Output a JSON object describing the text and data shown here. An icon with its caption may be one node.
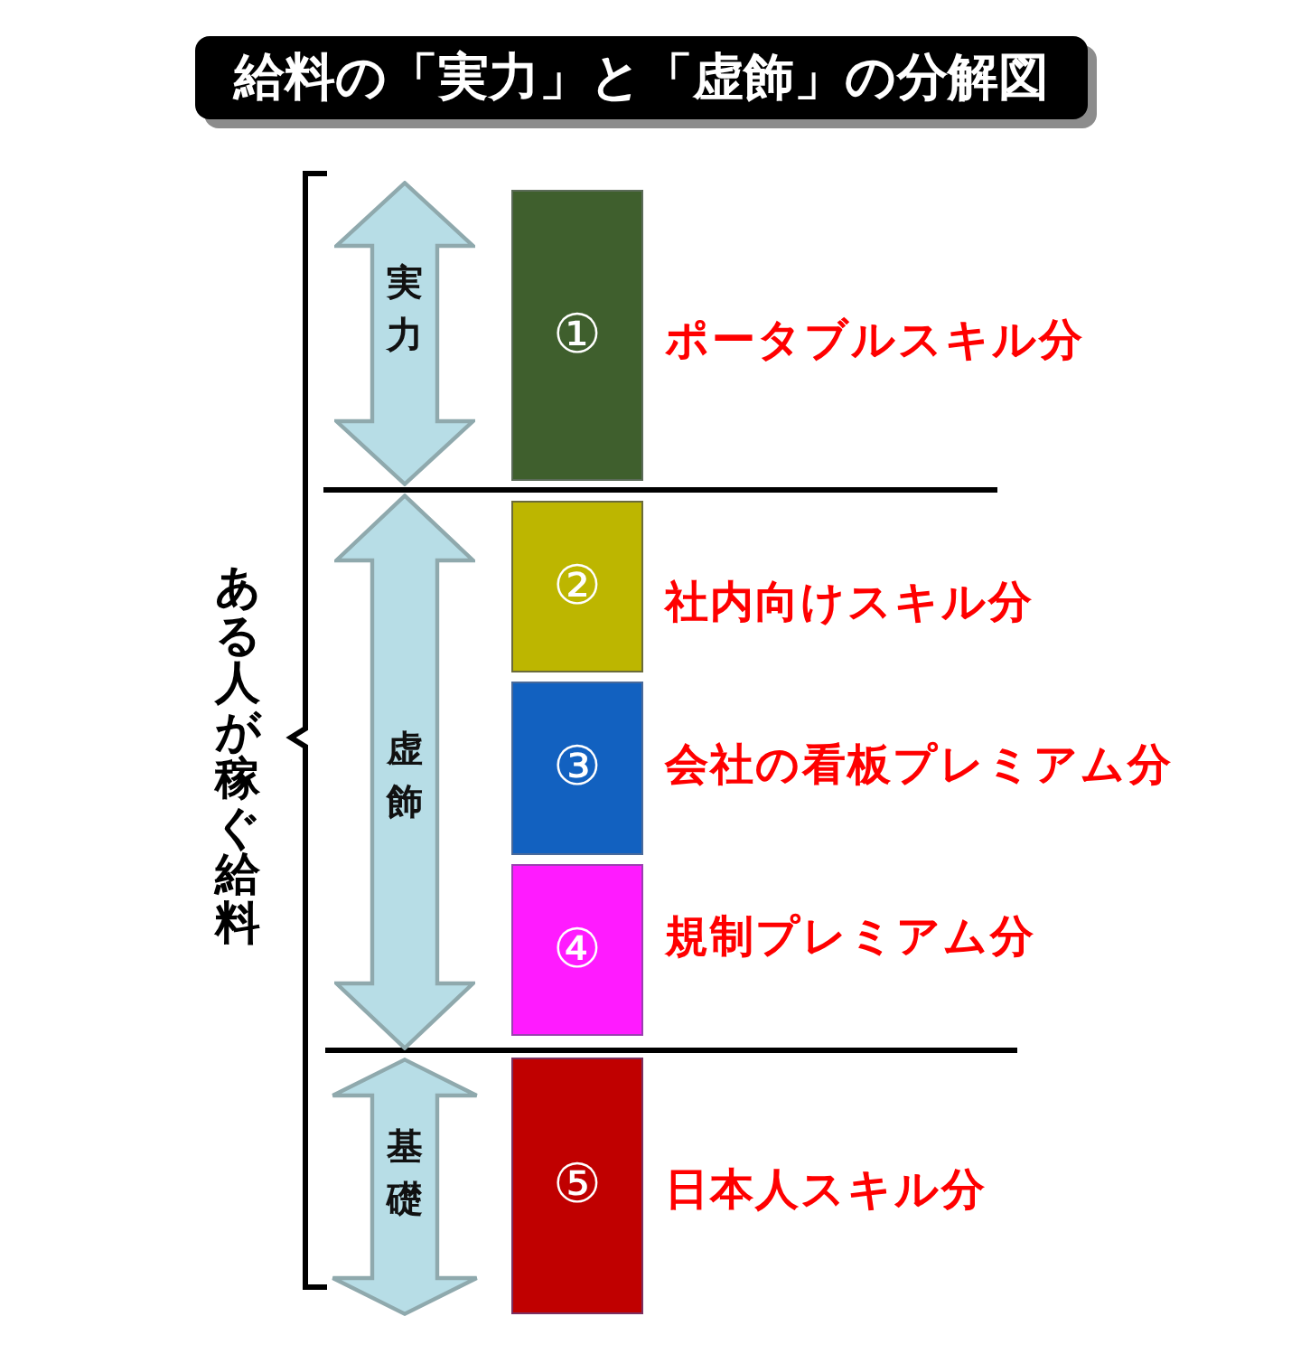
{
  "diagram": {
    "title": "給料の「実力」と「虚飾」の分解図",
    "nodes": [
      {
        "text": [
          "実力"
        ]
      },
      {
        "text": [
          "①"
        ],
        "beside": [
          "ポータブルスキル分"
        ]
      },
      {
        "text": [
          "虚飾"
        ]
      },
      {
        "text": [
          "②"
        ],
        "beside": [
          "社内向けスキル分"
        ]
      },
      {
        "text": [
          "③"
        ],
        "beside": [
          "会社の看板プレミアム分"
        ]
      },
      {
        "text": [
          "④"
        ],
        "beside": [
          "規制プレミアム分"
        ]
      },
      {
        "text": [
          "基礎"
        ]
      },
      {
        "text": [
          "⑤"
        ],
        "beside": [
          "日本人スキル分"
        ]
      }
    ],
    "labels": [
      "ある人が稼ぐ給料"
    ]
  }
}
